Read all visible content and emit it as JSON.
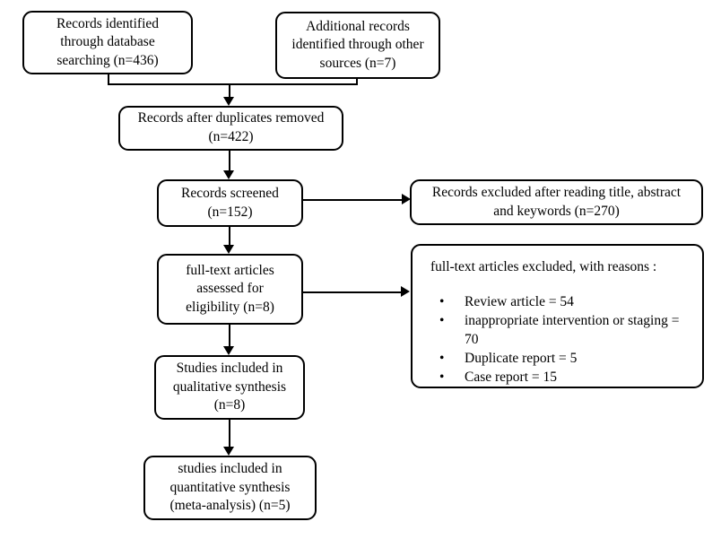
{
  "diagram": {
    "type": "prisma-flow-diagram",
    "background_color": "#ffffff",
    "line_color": "#000000",
    "boxes": {
      "database_records": {
        "lines": [
          "Records identified",
          "through database",
          "searching (n=436)"
        ],
        "count": 436
      },
      "other_records": {
        "lines": [
          "Additional records",
          "identified through other",
          "sources (n=7)"
        ],
        "count": 7
      },
      "duplicates_removed": {
        "lines": [
          "Records after duplicates removed",
          "(n=422)"
        ],
        "count": 422
      },
      "records_screened": {
        "lines": [
          "Records screened",
          "(n=152)"
        ],
        "count": 152
      },
      "records_excluded": {
        "lines": [
          "Records excluded after reading title, abstract",
          "and keywords (n=270)"
        ],
        "count": 270
      },
      "full_text_assessed": {
        "lines": [
          "full-text articles",
          "assessed for",
          "eligibility (n=8)"
        ],
        "count": 8
      },
      "full_text_excluded": {
        "title": "full-text articles excluded, with reasons :",
        "bullet_glyph": "•",
        "reasons": [
          {
            "label": "Review article = 54",
            "count": 54
          },
          {
            "label": "inappropriate intervention or staging = 70",
            "count": 70
          },
          {
            "label": "Duplicate report = 5",
            "count": 5
          },
          {
            "label": "Case report = 15",
            "count": 15
          }
        ]
      },
      "qualitative_synthesis": {
        "lines": [
          "Studies included in",
          "qualitative synthesis",
          "(n=8)"
        ],
        "count": 8
      },
      "quantitative_synthesis": {
        "lines": [
          "studies included in",
          "quantitative synthesis",
          "(meta-analysis) (n=5)"
        ],
        "count": 5
      }
    }
  }
}
